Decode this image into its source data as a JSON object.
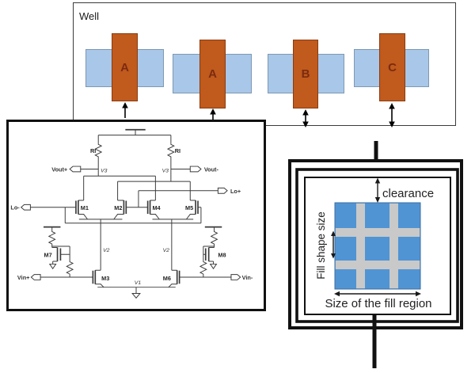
{
  "well_diagram": {
    "label": "Well",
    "structures": [
      {
        "label": "A",
        "arrow": "single"
      },
      {
        "label": "A",
        "arrow": "single"
      },
      {
        "label": "B",
        "arrow": "double"
      },
      {
        "label": "C",
        "arrow": "double"
      }
    ]
  },
  "circuit": {
    "labels": {
      "r_left": "RI",
      "r_right": "RI",
      "v3_left": "V3",
      "v3_right": "V3",
      "vout_plus": "Vout+",
      "vout_minus": "Vout-",
      "lo_plus": "Lo+",
      "lo_minus": "Lo-",
      "m1": "M1",
      "m2": "M2",
      "m4": "M4",
      "m5": "M5",
      "m7": "M7",
      "m8": "M8",
      "m3": "M3",
      "m6": "M6",
      "v2_left": "V2",
      "v2_right": "V2",
      "v1": "V1",
      "vin_plus": "Vin+",
      "vin_minus": "Vin-"
    }
  },
  "fill_diagram": {
    "clearance_label": "clearance",
    "fill_shape_size_label": "Fill shape size",
    "fill_region_label": "Size of the fill region"
  },
  "colors": {
    "gate-orange": "#c05a1d",
    "gate-orange-border": "#8a3c0f",
    "gate-letter": "#7b2b10",
    "active-blue": "#a9c7e8",
    "active-blue-border": "#7d98b3",
    "grid-blue": "#5094d4",
    "grid-blue-border": "#3c6e9f",
    "grid-gray": "#c9c9c9",
    "line-dark": "#111111",
    "wire-gray": "#3a3a3a"
  }
}
